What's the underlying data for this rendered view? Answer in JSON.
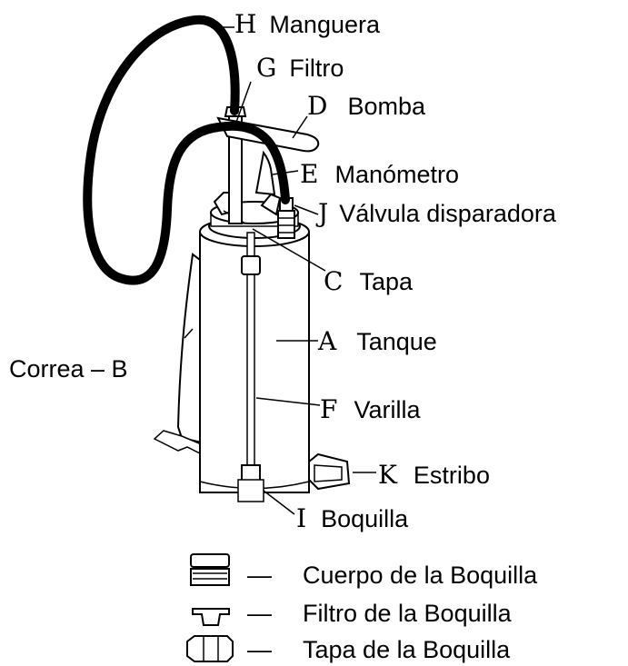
{
  "parts": [
    {
      "letter": "H",
      "name": "Manguera"
    },
    {
      "letter": "G",
      "name": "Filtro"
    },
    {
      "letter": "D",
      "name": "Bomba"
    },
    {
      "letter": "E",
      "name": "Manómetro"
    },
    {
      "letter": "J",
      "name": "Válvula disparadora"
    },
    {
      "letter": "C",
      "name": "Tapa"
    },
    {
      "letter": "A",
      "name": "Tanque"
    },
    {
      "letter": "F",
      "name": "Varilla"
    },
    {
      "letter": "K",
      "name": "Estribo"
    },
    {
      "letter": "I",
      "name": "Boquilla"
    }
  ],
  "strap_label": "Correa – B",
  "nozzle_legend": [
    {
      "dash": "—",
      "label": "Cuerpo de la Boquilla"
    },
    {
      "dash": "—",
      "label": "Filtro de la Boquilla"
    },
    {
      "dash": "—",
      "label": "Tapa de la Boquilla"
    }
  ]
}
